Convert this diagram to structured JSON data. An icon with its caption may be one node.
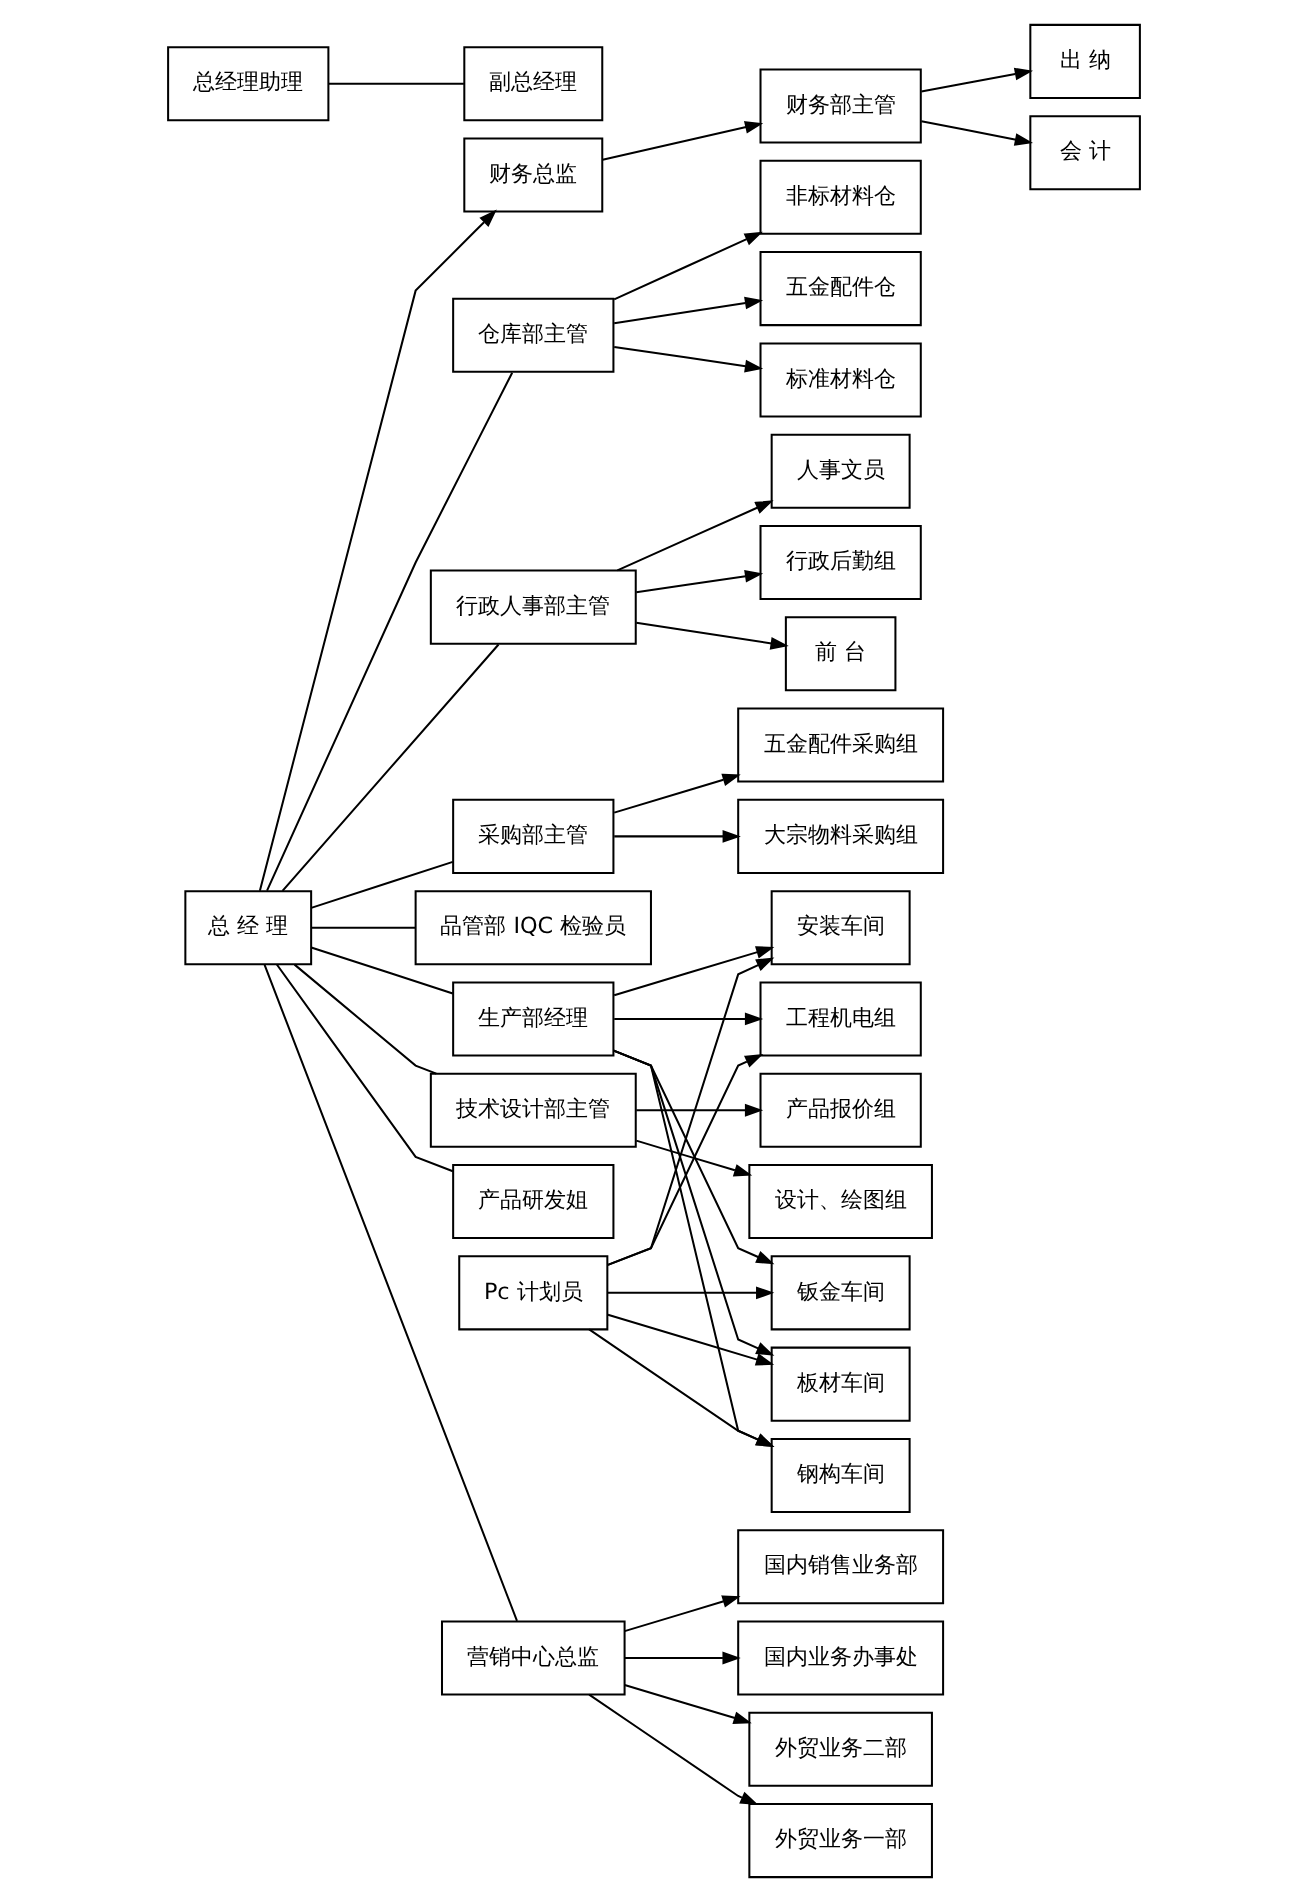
{
  "diagram": {
    "nodes": [
      {
        "text": [
          "总 经 理"
        ]
      },
      {
        "text": [
          "财务总监"
        ]
      },
      {
        "text": [
          "财务部主管"
        ]
      },
      {
        "text": [
          "出 纳"
        ]
      },
      {
        "text": [
          "会 计"
        ]
      },
      {
        "text": [
          "总经理助理"
        ]
      },
      {
        "text": [
          "仓库部主管"
        ]
      },
      {
        "text": [
          "非标材料仓"
        ]
      },
      {
        "text": [
          "五金配件仓"
        ]
      },
      {
        "text": [
          "标准材料仓"
        ]
      },
      {
        "text": [
          "行政人事部主管"
        ]
      },
      {
        "text": [
          "人事文员"
        ]
      },
      {
        "text": [
          "行政后勤组"
        ]
      },
      {
        "text": [
          "前 台"
        ]
      },
      {
        "text": [
          "采购部主管"
        ]
      },
      {
        "text": [
          "五金配件采购组"
        ]
      },
      {
        "text": [
          "大宗物料采购组"
        ]
      },
      {
        "text": [
          "副总经理"
        ]
      },
      {
        "text": [
          "品管部 IQC 检验员"
        ]
      },
      {
        "text": [
          "Pc 计划员"
        ]
      },
      {
        "text": [
          "安装车间"
        ]
      },
      {
        "text": [
          "工程机电组"
        ]
      },
      {
        "text": [
          "生产部经理"
        ]
      },
      {
        "text": [
          "钣金车间"
        ]
      },
      {
        "text": [
          "板材车间"
        ]
      },
      {
        "text": [
          "钢构车间"
        ]
      },
      {
        "text": [
          "技术设计部主管"
        ]
      },
      {
        "text": [
          "产品报价组"
        ]
      },
      {
        "text": [
          "设计、绘图组"
        ]
      },
      {
        "text": [
          "产品研发姐"
        ]
      },
      {
        "text": [
          "营销中心总监"
        ]
      },
      {
        "text": [
          "国内销售业务部"
        ]
      },
      {
        "text": [
          "国内业务办事处"
        ]
      },
      {
        "text": [
          "外贸业务二部"
        ]
      },
      {
        "text": [
          "外贸业务一部"
        ]
      }
    ],
    "edges": [
      {
        "from": 0,
        "to": 1,
        "arrow": "to"
      },
      {
        "from": 1,
        "to": 2,
        "arrow": "to"
      },
      {
        "from": 2,
        "to": 3,
        "arrow": "to"
      },
      {
        "from": 2,
        "to": 4,
        "arrow": "to"
      },
      {
        "from": 5,
        "to": 17,
        "arrow": "none"
      },
      {
        "from": 0,
        "to": 6,
        "arrow": "none"
      },
      {
        "from": 6,
        "to": 7,
        "arrow": "to"
      },
      {
        "from": 6,
        "to": 8,
        "arrow": "to"
      },
      {
        "from": 6,
        "to": 9,
        "arrow": "to"
      },
      {
        "from": 0,
        "to": 10,
        "arrow": "none"
      },
      {
        "from": 10,
        "to": 11,
        "arrow": "to"
      },
      {
        "from": 10,
        "to": 12,
        "arrow": "to"
      },
      {
        "from": 10,
        "to": 13,
        "arrow": "to"
      },
      {
        "from": 0,
        "to": 14,
        "arrow": "none"
      },
      {
        "from": 14,
        "to": 15,
        "arrow": "to"
      },
      {
        "from": 14,
        "to": 16,
        "arrow": "to"
      },
      {
        "from": 0,
        "to": 18,
        "arrow": "none"
      },
      {
        "from": 0,
        "to": 22,
        "arrow": "none"
      },
      {
        "from": 19,
        "to": 20,
        "arrow": "to"
      },
      {
        "from": 19,
        "to": 21,
        "arrow": "to"
      },
      {
        "from": 19,
        "to": 23,
        "arrow": "to"
      },
      {
        "from": 19,
        "to": 24,
        "arrow": "to"
      },
      {
        "from": 19,
        "to": 25,
        "arrow": "to"
      },
      {
        "from": 22,
        "to": 20,
        "arrow": "to"
      },
      {
        "from": 22,
        "to": 21,
        "arrow": "to"
      },
      {
        "from": 22,
        "to": 23,
        "arrow": "to"
      },
      {
        "from": 22,
        "to": 24,
        "arrow": "to"
      },
      {
        "from": 22,
        "to": 25,
        "arrow": "to"
      },
      {
        "from": 0,
        "to": 26,
        "arrow": "none"
      },
      {
        "from": 26,
        "to": 27,
        "arrow": "to"
      },
      {
        "from": 26,
        "to": 28,
        "arrow": "to"
      },
      {
        "from": 0,
        "to": 29,
        "arrow": "none"
      },
      {
        "from": 0,
        "to": 30,
        "arrow": "none"
      },
      {
        "from": 30,
        "to": 31,
        "arrow": "to"
      },
      {
        "from": 30,
        "to": 32,
        "arrow": "to"
      },
      {
        "from": 30,
        "to": 33,
        "arrow": "to"
      },
      {
        "from": 30,
        "to": 34,
        "arrow": "to"
      }
    ]
  }
}
